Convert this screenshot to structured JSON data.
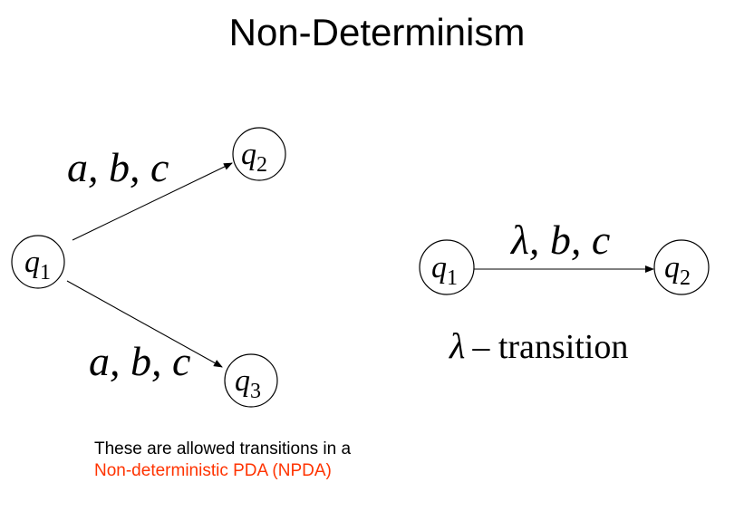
{
  "title": "Non-Determinism",
  "left_diagram": {
    "states": {
      "q1": {
        "base": "q",
        "sub": "1"
      },
      "q2": {
        "base": "q",
        "sub": "2"
      },
      "q3": {
        "base": "q",
        "sub": "3"
      }
    },
    "edges": {
      "q1_q2": "a, b, c",
      "q1_q3": "a, b, c"
    }
  },
  "right_diagram": {
    "states": {
      "q1": {
        "base": "q",
        "sub": "1"
      },
      "q2": {
        "base": "q",
        "sub": "2"
      }
    },
    "edge_label": "λ, b, c",
    "note_symbol": "λ",
    "note_text": "– transition"
  },
  "caption": {
    "line1": "These are allowed transitions in a",
    "line2": "Non-deterministic PDA (NPDA)"
  },
  "colors": {
    "text": "#000000",
    "highlight": "#ff3300"
  }
}
